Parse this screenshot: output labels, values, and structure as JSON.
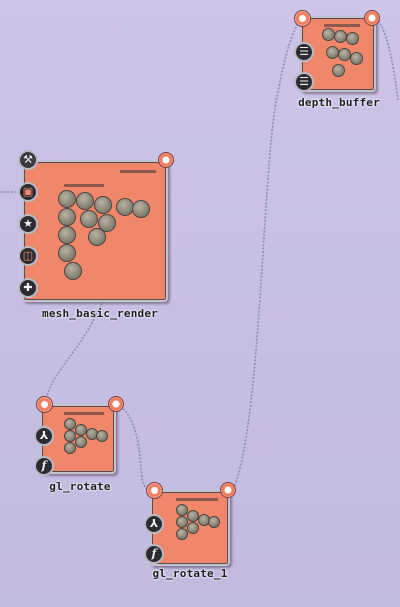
{
  "colors": {
    "canvas_background": "#c9c0e4",
    "node_fill": "#f0876a",
    "wire": "#8e8fb0"
  },
  "nodes": {
    "depth_buffer": {
      "title": "depth_buffer",
      "inputs": [
        "grid-icon",
        "grid-icon"
      ]
    },
    "mesh_basic_render": {
      "title": "mesh_basic_render",
      "inputs": [
        "hammer-icon",
        "cube-icon",
        "stars-icon",
        "box-icon",
        "plus-icon"
      ]
    },
    "gl_rotate": {
      "title": "gl_rotate",
      "inputs": [
        "axes-icon",
        "function-icon"
      ]
    },
    "gl_rotate_1": {
      "title": "gl_rotate_1",
      "inputs": [
        "axes-icon",
        "function-icon"
      ]
    }
  },
  "icons": {
    "function_glyph": "f",
    "plus_glyph": "✚",
    "stars_glyph": "★",
    "axes_glyph": "⅄"
  }
}
